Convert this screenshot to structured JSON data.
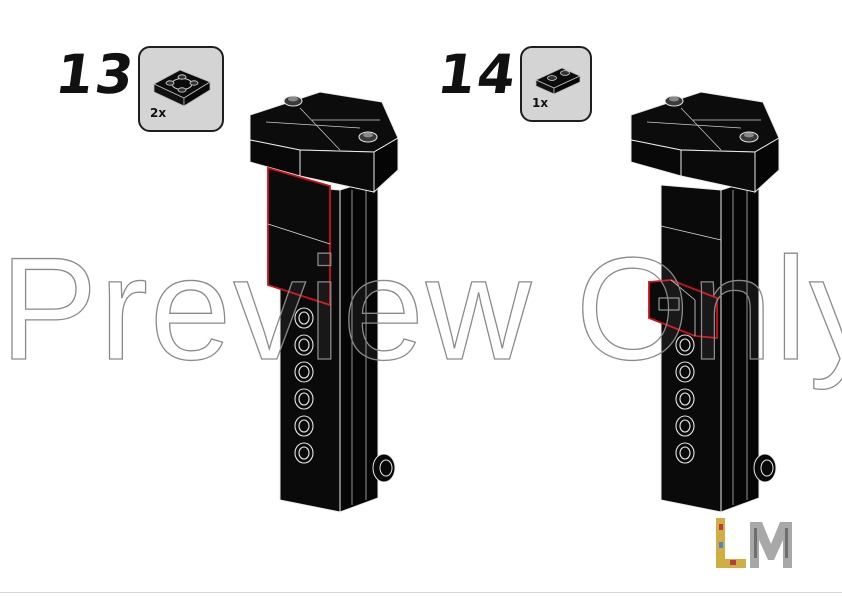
{
  "steps": [
    {
      "number": "13",
      "quantity": "2x",
      "part_icon": "plate-2x2-with-turntable-icon"
    },
    {
      "number": "14",
      "quantity": "1x",
      "part_icon": "plate-1x2-icon"
    }
  ],
  "watermark": "Preview Only",
  "colors": {
    "brick": "#0a0a0a",
    "brick_edge": "#f2f2f2",
    "highlight": "#d0101a",
    "callout_bg": "#d4d4d4"
  },
  "logo": {
    "name": "lm-logo-icon",
    "text": "LM"
  }
}
